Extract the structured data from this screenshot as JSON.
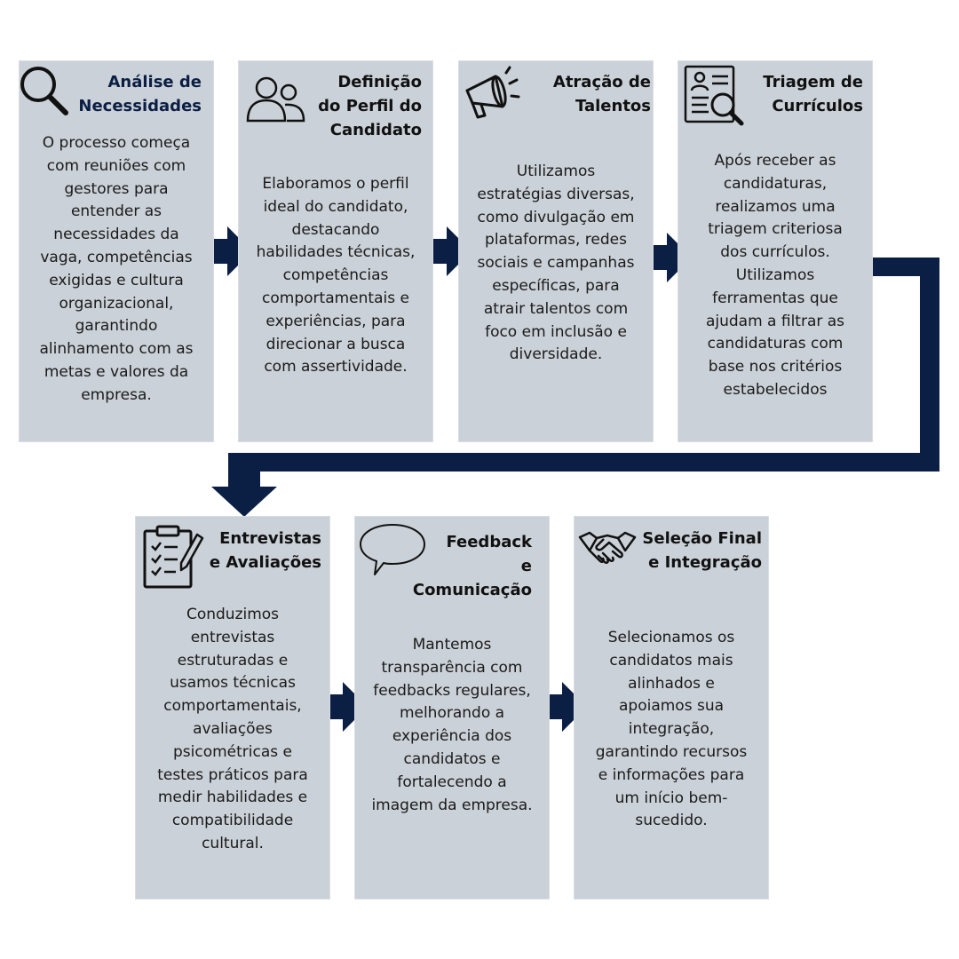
{
  "colors": {
    "card": "#cbd1d8",
    "arrow": "#0b1f45",
    "accent_title": "#0b1f45",
    "text": "#1a1a1a"
  },
  "steps": [
    {
      "icon": "magnifier-icon",
      "title": "Análise de\nNecessidades",
      "text": "O processo começa\ncom reuniões com\ngestores para\nentender as\nnecessidades da\nvaga, competências\nexigidas e cultura\norganizacional,\ngarantindo\nalinhamento com as\nmetas e valores da\nempresa."
    },
    {
      "icon": "users-icon",
      "title": "Definição\ndo Perfil do\nCandidato",
      "text": "Elaboramos o perfil\nideal do candidato,\ndestacando\nhabilidades técnicas,\ncompetências\ncomportamentais e\nexperiências, para\ndirecionar a busca\ncom assertividade."
    },
    {
      "icon": "megaphone-icon",
      "title": "Atração de\nTalentos",
      "text": "Utilizamos\nestratégias diversas,\ncomo divulgação em\nplataformas, redes\nsociais e campanhas\nespecíficas, para\natrair talentos com\nfoco em inclusão e\ndiversidade."
    },
    {
      "icon": "resume-search-icon",
      "title": "Triagem de\nCurrículos",
      "text": "Após receber as\ncandidaturas,\nrealizamos uma\ntriagem criteriosa\ndos currículos.\nUtilizamos\nferramentas que\najudam a filtrar as\ncandidaturas com\nbase nos critérios\nestabelecidos"
    },
    {
      "icon": "clipboard-checklist-icon",
      "title": "Entrevistas\ne Avaliações",
      "text": "Conduzimos\nentrevistas\nestruturadas e\nusamos técnicas\ncomportamentais,\navaliações\npsicométricas e\ntestes práticos para\nmedir habilidades e\ncompatibilidade\ncultural."
    },
    {
      "icon": "speech-bubble-icon",
      "title": "Feedback\ne\nComunicação",
      "text": "Mantemos\ntransparência com\nfeedbacks regulares,\nmelhorando a\nexperiência dos\ncandidatos e\nfortalecendo a\nimagem da empresa."
    },
    {
      "icon": "handshake-icon",
      "title": "Seleção Final\ne Integração",
      "text": "Selecionamos os\ncandidatos mais\nalinhados e\napoiamos sua\nintegração,\ngarantindo recursos\ne informações para\num início bem-\nsucedido."
    }
  ]
}
